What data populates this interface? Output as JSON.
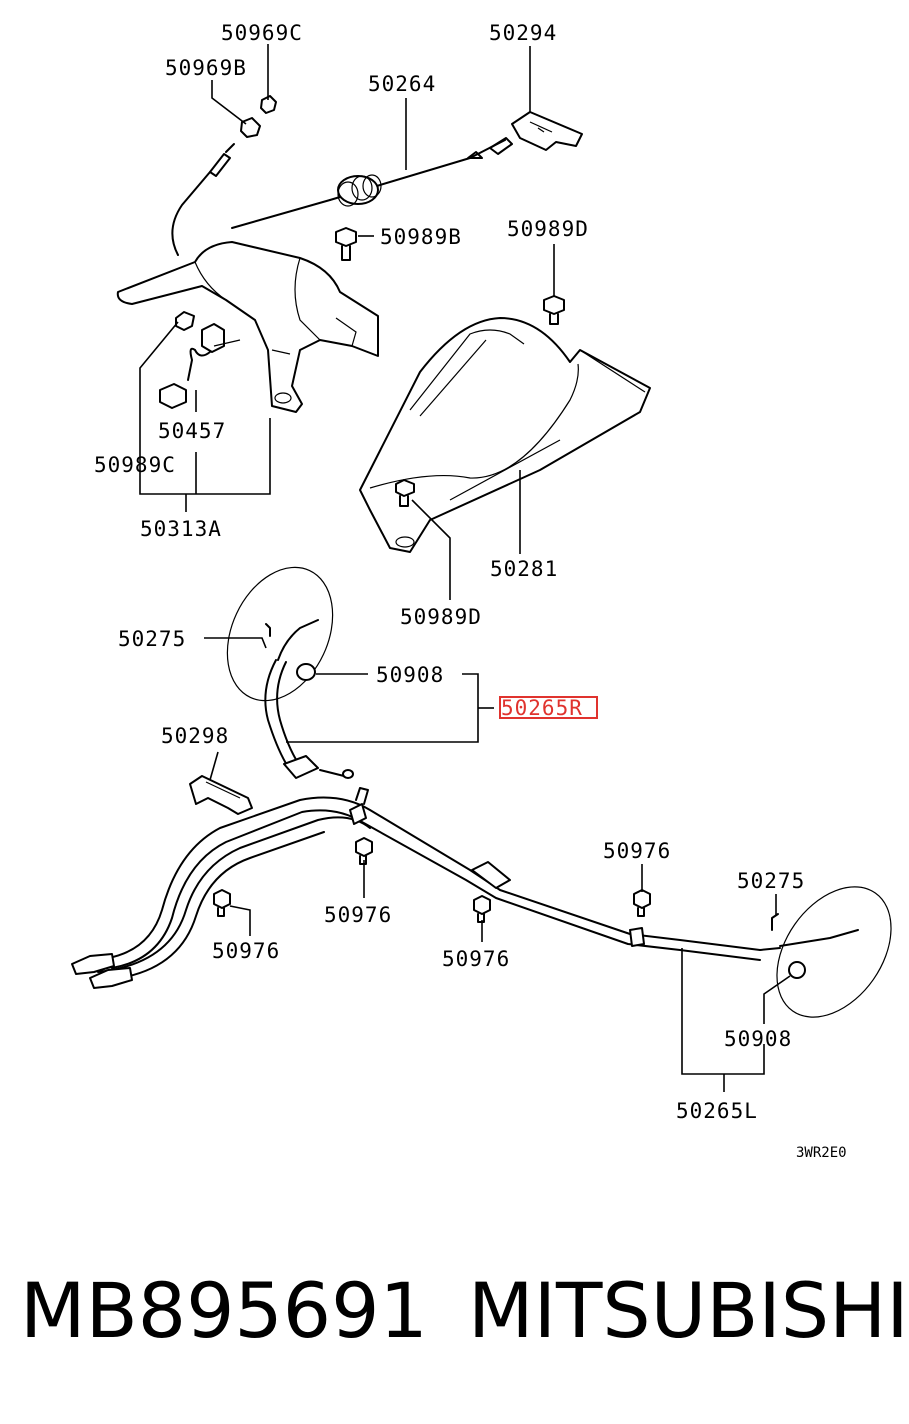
{
  "diagram": {
    "callouts": [
      {
        "id": "50969C",
        "text": "50969C"
      },
      {
        "id": "50294",
        "text": "50294"
      },
      {
        "id": "50969B",
        "text": "50969B"
      },
      {
        "id": "50264",
        "text": "50264"
      },
      {
        "id": "50989B",
        "text": "50989B"
      },
      {
        "id": "50989D_top",
        "text": "50989D"
      },
      {
        "id": "50457",
        "text": "50457"
      },
      {
        "id": "50989C",
        "text": "50989C"
      },
      {
        "id": "50313A",
        "text": "50313A"
      },
      {
        "id": "50281",
        "text": "50281"
      },
      {
        "id": "50989D_bottom",
        "text": "50989D"
      },
      {
        "id": "50275_left",
        "text": "50275"
      },
      {
        "id": "50908_left",
        "text": "50908"
      },
      {
        "id": "50265R",
        "text": "50265R",
        "highlighted": true
      },
      {
        "id": "50298",
        "text": "50298"
      },
      {
        "id": "50976_right",
        "text": "50976"
      },
      {
        "id": "50275_right",
        "text": "50275"
      },
      {
        "id": "50976_mid",
        "text": "50976"
      },
      {
        "id": "50976_center",
        "text": "50976"
      },
      {
        "id": "50976_left",
        "text": "50976"
      },
      {
        "id": "50908_right",
        "text": "50908"
      },
      {
        "id": "50265L",
        "text": "50265L"
      }
    ],
    "drawing_code": "3WR2E0",
    "highlight_color": "#e0332e"
  },
  "footer": {
    "part_number": "MB895691",
    "brand": "MITSUBISHI"
  }
}
